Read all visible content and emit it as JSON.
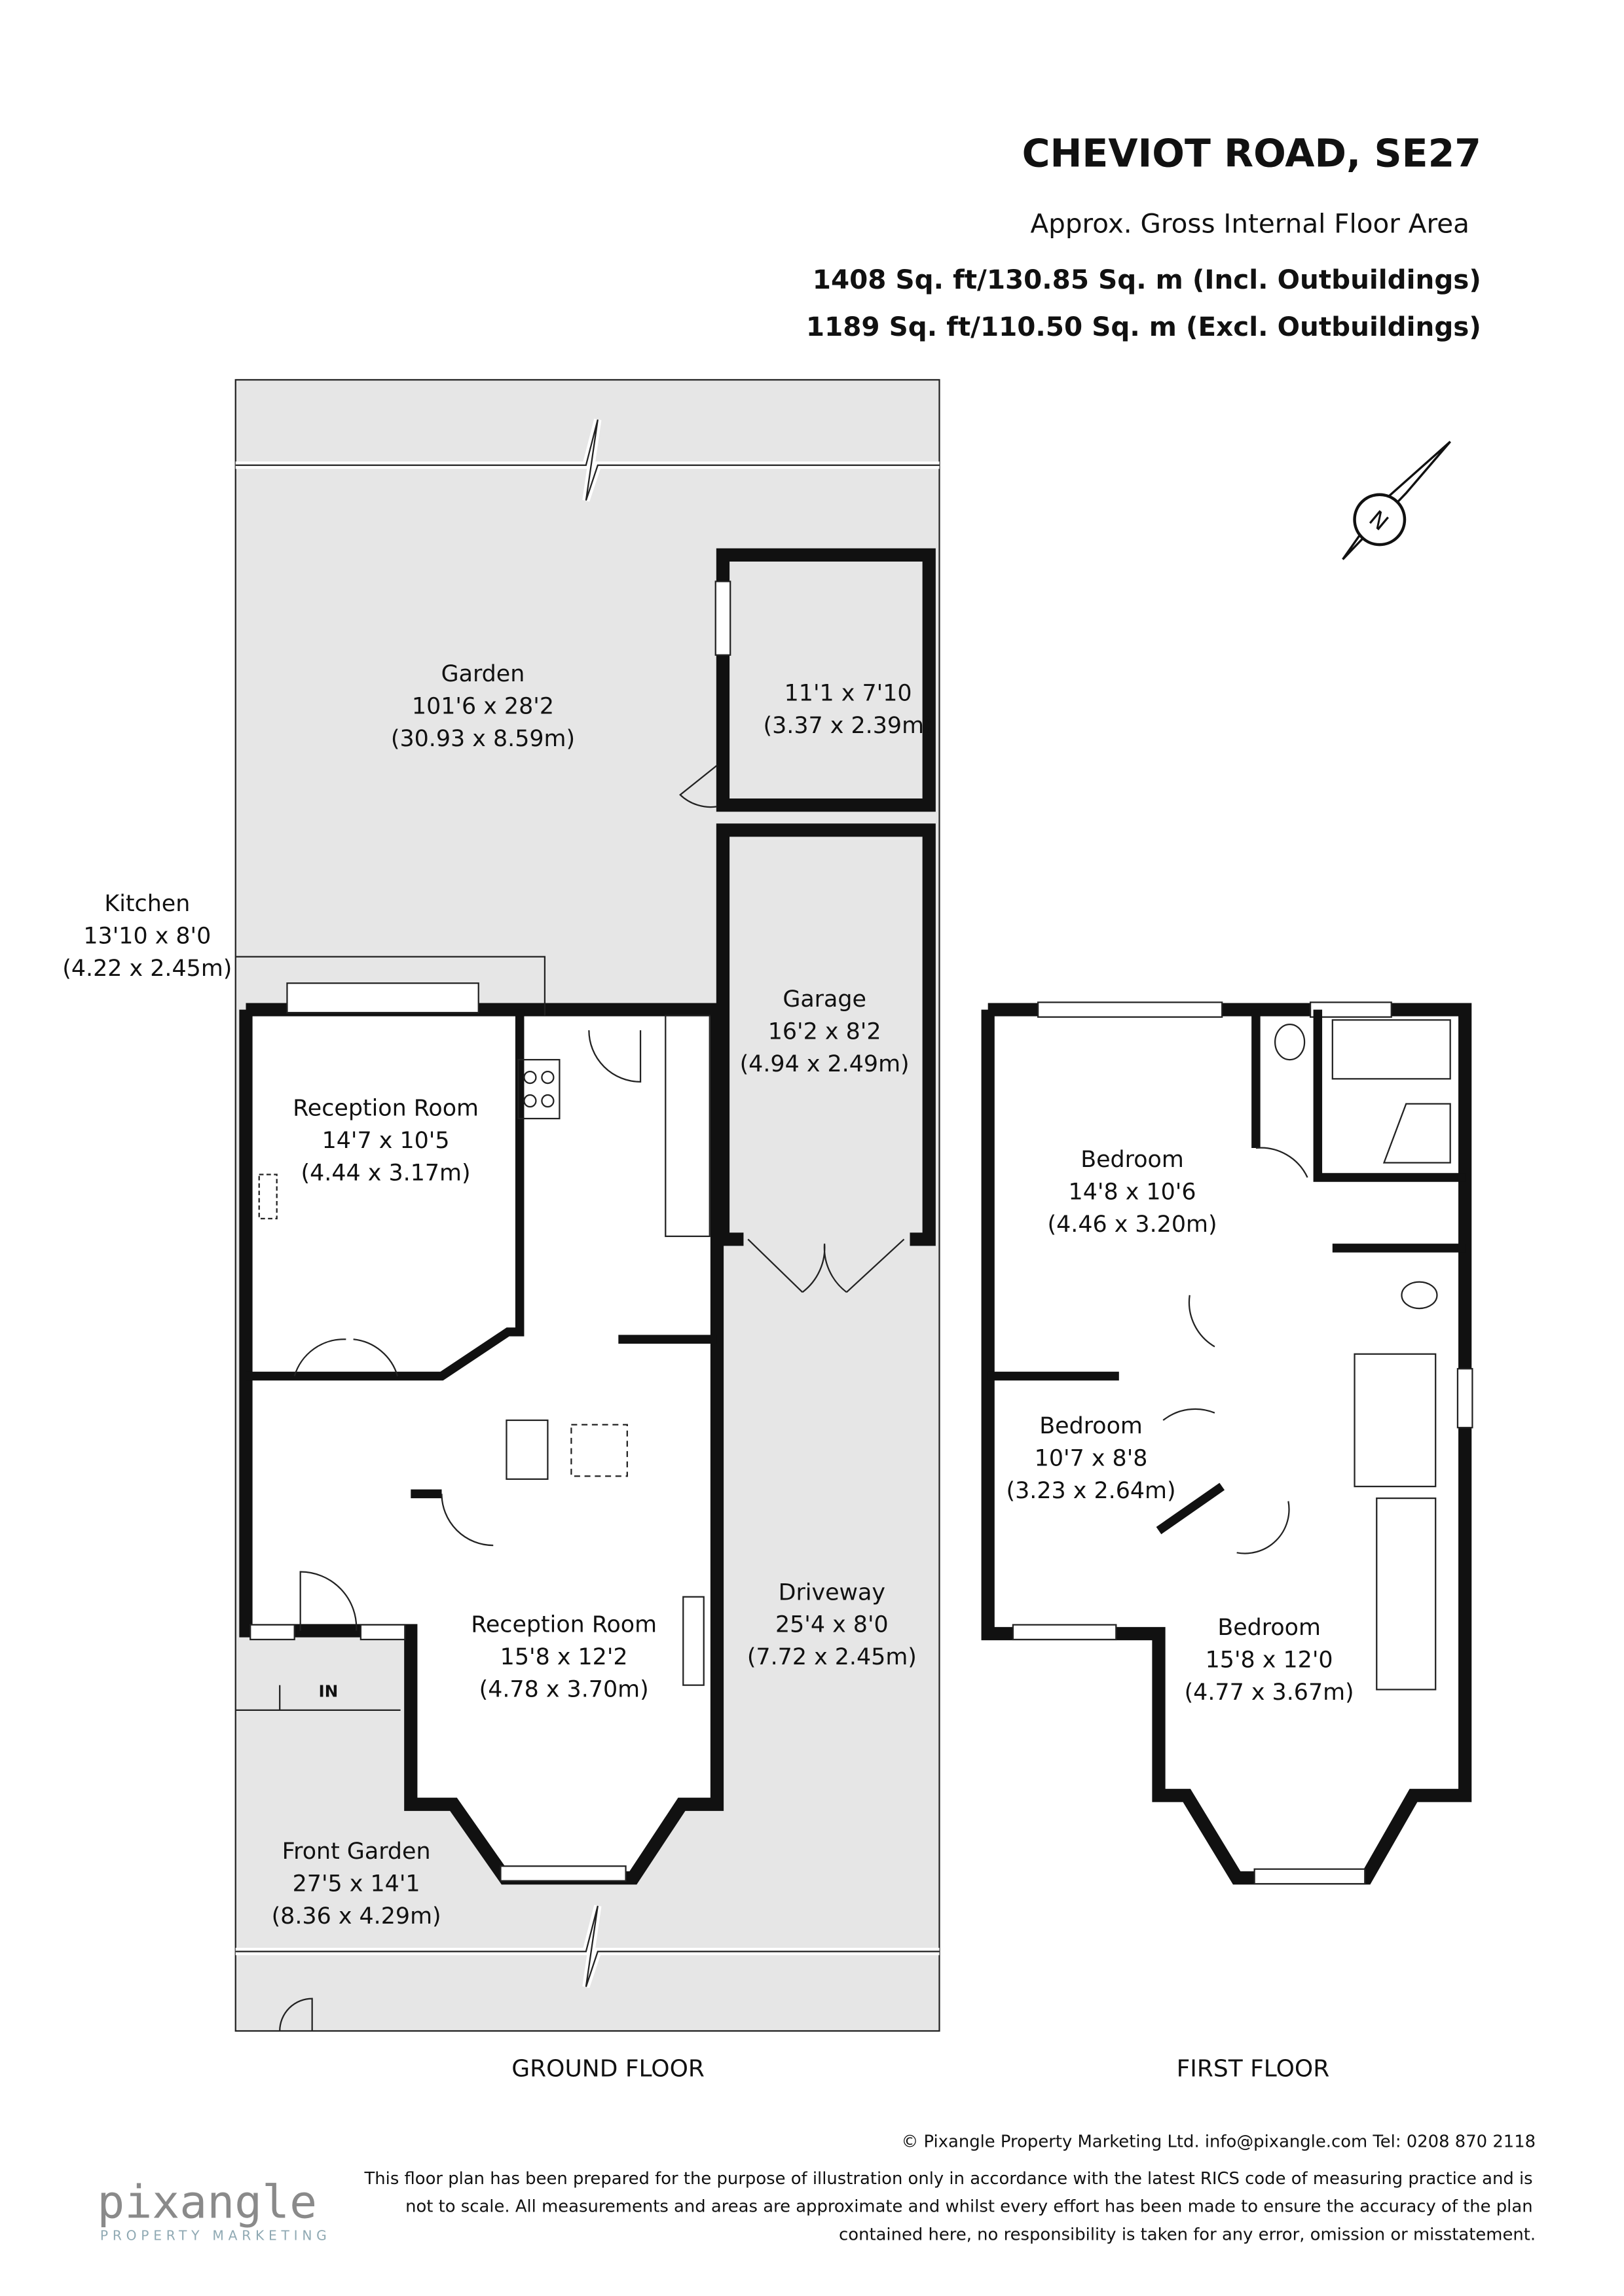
{
  "header": {
    "title": "CHEVIOT ROAD, SE27",
    "subtitle": "Approx. Gross Internal Floor Area",
    "area_incl": "1408 Sq. ft/130.85 Sq. m (Incl. Outbuildings)",
    "area_excl": "1189 Sq. ft/110.50 Sq. m (Excl. Outbuildings)"
  },
  "compass": {
    "label": "N",
    "icon": "north-arrow-icon"
  },
  "ground_floor": {
    "label": "GROUND FLOOR",
    "entrance_label": "IN",
    "rooms": [
      {
        "name": "Garden",
        "imperial": "101'6 x 28'2",
        "metric": "(30.93 x 8.59m)"
      },
      {
        "name": "",
        "imperial": "11'1 x 7'10",
        "metric": "(3.37 x 2.39m)"
      },
      {
        "name": "Kitchen",
        "imperial": "13'10 x 8'0",
        "metric": "(4.22 x 2.45m)"
      },
      {
        "name": "Garage",
        "imperial": "16'2 x 8'2",
        "metric": "(4.94 x 2.49m)"
      },
      {
        "name": "Reception Room",
        "imperial": "14'7 x 10'5",
        "metric": "(4.44 x 3.17m)"
      },
      {
        "name": "Reception Room",
        "imperial": "15'8 x 12'2",
        "metric": "(4.78 x 3.70m)"
      },
      {
        "name": "Driveway",
        "imperial": "25'4 x 8'0",
        "metric": "(7.72 x 2.45m)"
      },
      {
        "name": "Front Garden",
        "imperial": "27'5 x 14'1",
        "metric": "(8.36 x 4.29m)"
      }
    ]
  },
  "first_floor": {
    "label": "FIRST FLOOR",
    "rooms": [
      {
        "name": "Bedroom",
        "imperial": "14'8 x 10'6",
        "metric": "(4.46 x 3.20m)"
      },
      {
        "name": "Bedroom",
        "imperial": "10'7 x 8'8",
        "metric": "(3.23 x 2.64m)"
      },
      {
        "name": "Bedroom",
        "imperial": "15'8 x 12'0",
        "metric": "(4.77 x 3.67m)"
      }
    ]
  },
  "footer": {
    "copyright": "© Pixangle Property Marketing Ltd. info@pixangle.com Tel: 0208 870 2118",
    "disclaimer": [
      "This floor plan has been prepared for the purpose of illustration only in accordance with the latest RICS code of measuring practice and is",
      "not to scale. All measurements and areas are approximate and whilst every effort has been made to ensure the accuracy of the plan",
      "contained here, no responsibility is taken for any error, omission or misstatement."
    ]
  },
  "logo": {
    "name": "pixangle",
    "tagline": "PROPERTY MARKETING"
  },
  "colors": {
    "outdoor_fill": "#e6e6e6",
    "wall": "#111111",
    "logo_accent": "#8fa9b3"
  }
}
